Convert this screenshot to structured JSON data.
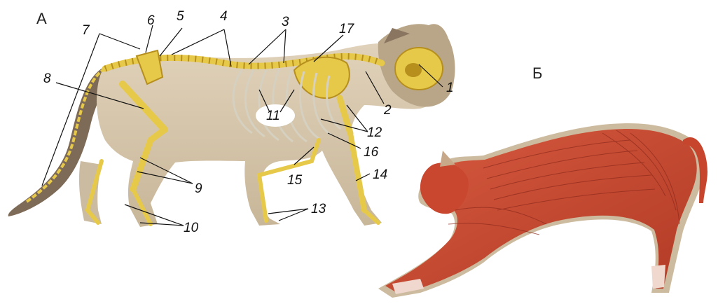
{
  "panels": [
    {
      "letter": "А"
    },
    {
      "letter": "Б"
    }
  ],
  "labels": {
    "n1": "1",
    "n2": "2",
    "n3": "3",
    "n4": "4",
    "n5": "5",
    "n6": "6",
    "n7": "7",
    "n8": "8",
    "n9": "9",
    "n10": "10",
    "n11": "11",
    "n12": "12",
    "n13": "13",
    "n14": "14",
    "n15": "15",
    "n16": "16",
    "n17": "17"
  },
  "colors": {
    "fur": "#d9c9b0",
    "fur_dark": "#8a7560",
    "bone": "#e7c94a",
    "bone_edge": "#b68f1d",
    "muscle": "#c9462f",
    "muscle_dark": "#8e2a1c",
    "tendon": "#f0d8cf"
  }
}
